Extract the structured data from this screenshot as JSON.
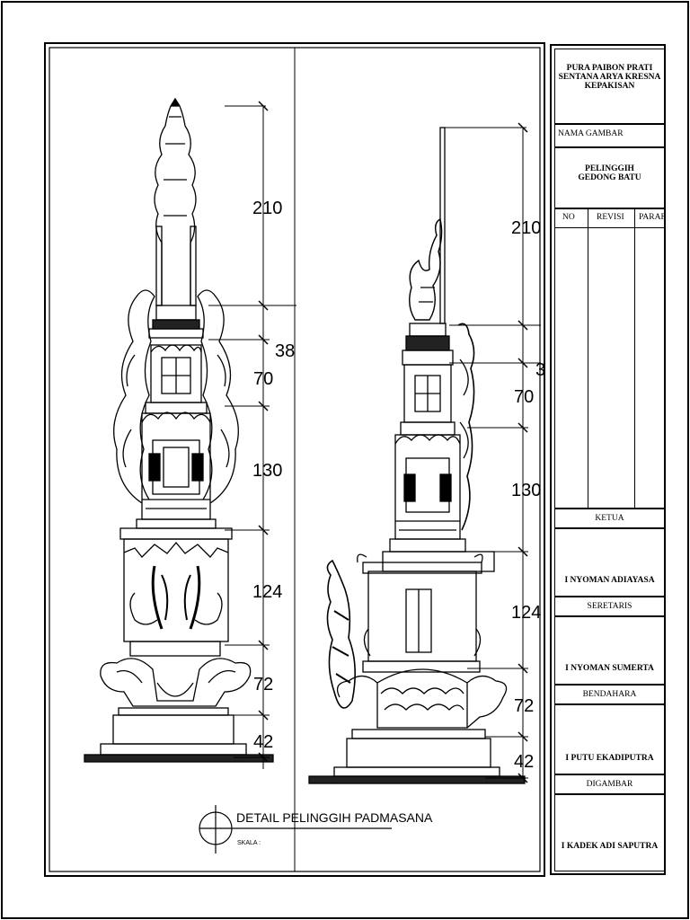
{
  "drawing": {
    "title": "DETAIL PELINGGIH PADMASANA",
    "scale_label": "SKALA :",
    "front_dims": [
      "210",
      "38",
      "70",
      "130",
      "124",
      "72",
      "42"
    ],
    "side_dims": [
      "210",
      "3",
      "70",
      "130",
      "124",
      "72",
      "42"
    ]
  },
  "title_block": {
    "project": [
      "PURA PAIBON PRATI",
      "SENTANA ARYA KRESNA",
      "KEPAKISAN"
    ],
    "drawing_name_label": "NAMA GAMBAR",
    "drawing_name": [
      "PELINGGIH",
      "GEDONG BATU"
    ],
    "revision_headers": [
      "NO",
      "REVISI",
      "PARAF"
    ],
    "roles": [
      {
        "role": "KETUA",
        "name": "I NYOMAN ADIAYASA"
      },
      {
        "role": "SERETARIS",
        "name": "I NYOMAN SUMERTA"
      },
      {
        "role": "BENDAHARA",
        "name": "I PUTU EKADIPUTRA"
      },
      {
        "role": "DIGAMBAR",
        "name": "I KADEK ADI SAPUTRA"
      }
    ]
  }
}
